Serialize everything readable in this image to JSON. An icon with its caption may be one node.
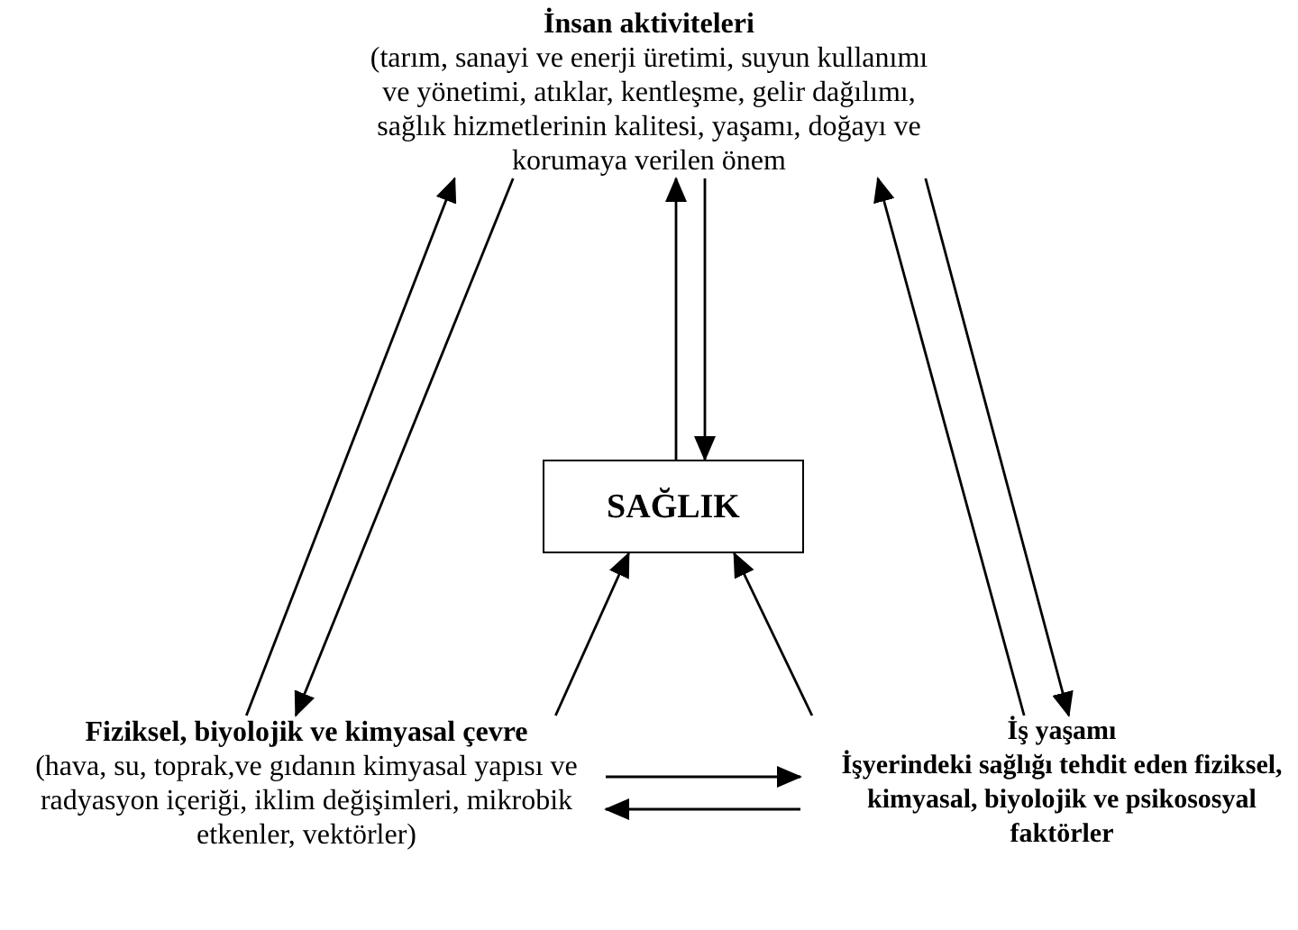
{
  "diagram": {
    "nodes": [
      {
        "text": [
          "İnsan aktiviteleri",
          "(tarım, sanayi ve enerji üretimi, suyun kullanımı ve yönetimi, atıklar, kentleşme, gelir dağılımı,  sağlık hizmetlerinin kalitesi, yaşamı, doğayı ve korumaya verilen önem"
        ]
      },
      {
        "text": [
          "SAĞLIK"
        ]
      },
      {
        "text": [
          "Fiziksel, biyolojik  ve kimyasal çevre",
          "(hava, su, toprak,ve gıdanın kimyasal yapısı ve radyasyon içeriği, iklim değişimleri, mikrobik etkenler, vektörler)"
        ]
      },
      {
        "text": [
          "İş yaşamı",
          "İşyerindeki sağlığı tehdit eden fiziksel, kimyasal, biyolojik ve psikososyal  faktörler"
        ]
      }
    ],
    "edges": [
      {
        "from": 2,
        "to": 0,
        "arrow": "to"
      },
      {
        "from": 0,
        "to": 2,
        "arrow": "to"
      },
      {
        "from": 1,
        "to": 0,
        "arrow": "to"
      },
      {
        "from": 0,
        "to": 1,
        "arrow": "to"
      },
      {
        "from": 0,
        "to": 3,
        "arrow": "to"
      },
      {
        "from": 3,
        "to": 0,
        "arrow": "to"
      },
      {
        "from": 2,
        "to": 1,
        "arrow": "to"
      },
      {
        "from": 3,
        "to": 1,
        "arrow": "to"
      },
      {
        "from": 2,
        "to": 3,
        "arrow": "to"
      },
      {
        "from": 3,
        "to": 2,
        "arrow": "to"
      }
    ]
  }
}
